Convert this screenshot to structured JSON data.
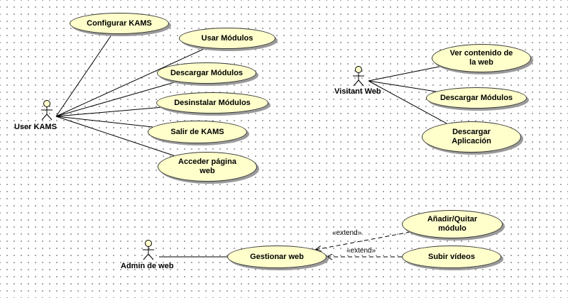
{
  "diagram": {
    "actors": [
      {
        "id": "user_kams",
        "label": "User KAMS"
      },
      {
        "id": "visitant_web",
        "label": "Visitant Web"
      },
      {
        "id": "admin_web",
        "label": "Admin de web"
      }
    ],
    "use_cases": [
      {
        "id": "configurar_kams",
        "label": "Configurar KAMS"
      },
      {
        "id": "usar_modulos",
        "label": "Usar Módulos"
      },
      {
        "id": "descargar_modulos_user",
        "label": "Descargar Módulos"
      },
      {
        "id": "desinstalar_modulos",
        "label": "Desinstalar Módulos"
      },
      {
        "id": "salir_kams",
        "label": "Salir de KAMS"
      },
      {
        "id": "acceder_pagina_web",
        "label": "Acceder página\nweb"
      },
      {
        "id": "ver_contenido",
        "label": "Ver contenido de\nla web"
      },
      {
        "id": "descargar_modulos_visit",
        "label": "Descargar Módulos"
      },
      {
        "id": "descargar_aplicacion",
        "label": "Descargar\nAplicación"
      },
      {
        "id": "gestionar_web",
        "label": "Gestionar web"
      },
      {
        "id": "anadir_quitar",
        "label": "Añadir/Quitar\nmódulo"
      },
      {
        "id": "subir_videos",
        "label": "Subir vídeos"
      }
    ],
    "associations": [
      [
        "user_kams",
        "configurar_kams"
      ],
      [
        "user_kams",
        "usar_modulos"
      ],
      [
        "user_kams",
        "descargar_modulos_user"
      ],
      [
        "user_kams",
        "desinstalar_modulos"
      ],
      [
        "user_kams",
        "salir_kams"
      ],
      [
        "user_kams",
        "acceder_pagina_web"
      ],
      [
        "visitant_web",
        "ver_contenido"
      ],
      [
        "visitant_web",
        "descargar_modulos_visit"
      ],
      [
        "visitant_web",
        "descargar_aplicacion"
      ],
      [
        "admin_web",
        "gestionar_web"
      ]
    ],
    "extends": [
      {
        "from": "anadir_quitar",
        "to": "gestionar_web",
        "label": "«extend»"
      },
      {
        "from": "subir_videos",
        "to": "gestionar_web",
        "label": "«extend»"
      }
    ]
  }
}
